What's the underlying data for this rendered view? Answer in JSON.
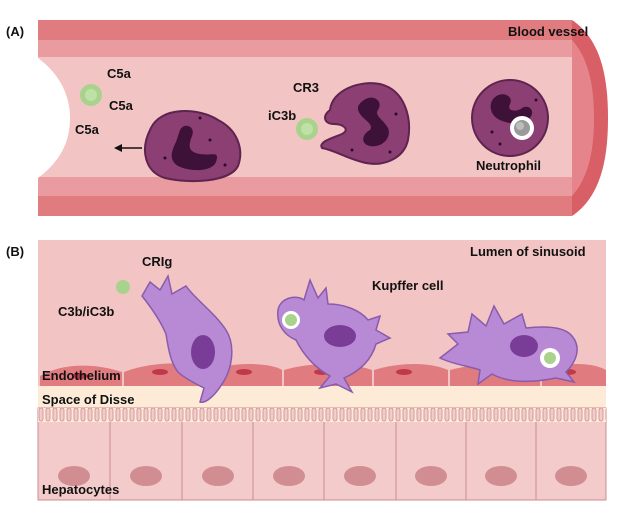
{
  "panel_a": {
    "tag": "(A)",
    "vessel_label": "Blood vessel",
    "c5a_labels": [
      "C5a",
      "C5a",
      "C5a"
    ],
    "cr3_label": "CR3",
    "ic3b_label": "iC3b",
    "neutrophil_label": "Neutrophil"
  },
  "panel_b": {
    "tag": "(B)",
    "lumen_label": "Lumen of sinusoid",
    "crig_label": "CRIg",
    "c3b_label": "C3b/iC3b",
    "kupffer_label": "Kupffer cell",
    "endothelium_label": "Endothelium",
    "disse_label": "Space of Disse",
    "hepatocytes_label": "Hepatocytes"
  },
  "colors": {
    "vessel_wall": "#e07b7f",
    "vessel_lumen": "#f2c4c4",
    "neutrophil_body": "#8c3f73",
    "neutrophil_nucleus": "#3e1138",
    "kupffer_body": "#b88ad6",
    "kupffer_nucleus": "#7a3d97",
    "complement": "#a9d38c",
    "disse": "#fdebd8",
    "hepatocyte": "#f3cbcb",
    "hepatocyte_nucleus": "#d18d92"
  }
}
